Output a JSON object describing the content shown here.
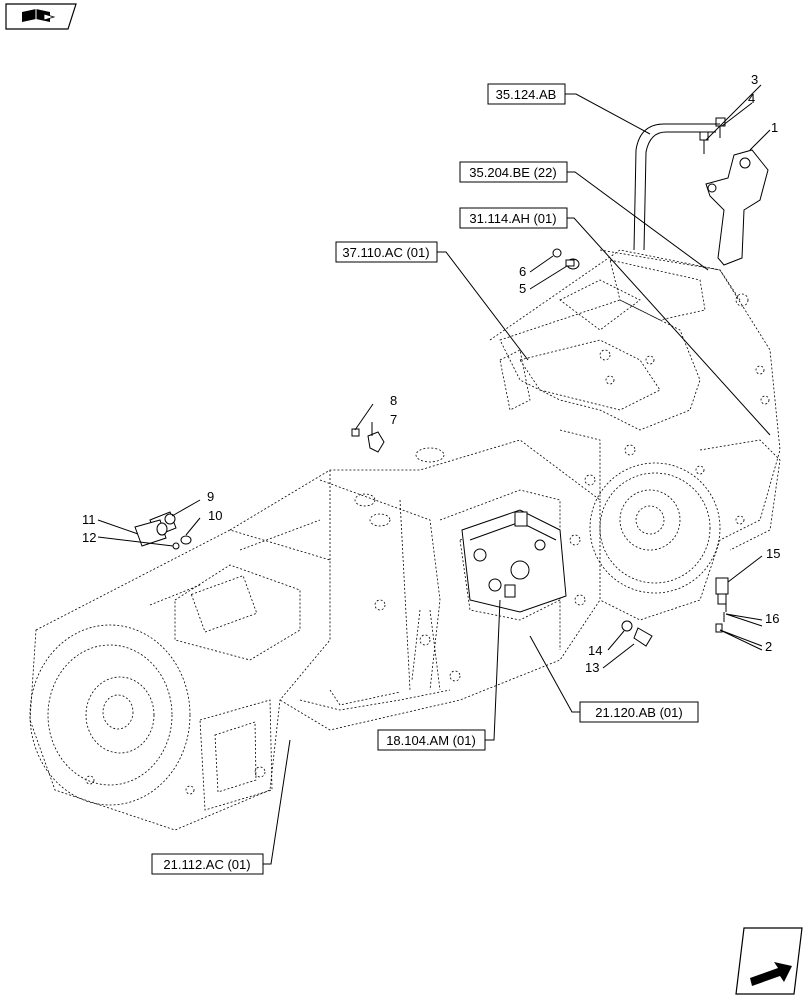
{
  "icons": {
    "top_left": "book-with-arrow-icon",
    "bottom_right": "navigation-arrow-icon"
  },
  "references": [
    {
      "id": "ref-35-124-ab",
      "label": "35.124.AB"
    },
    {
      "id": "ref-35-204-be",
      "label": "35.204.BE (22)"
    },
    {
      "id": "ref-31-114-ah",
      "label": "31.114.AH (01)"
    },
    {
      "id": "ref-37-110-ac",
      "label": "37.110.AC (01)"
    },
    {
      "id": "ref-21-120-ab",
      "label": "21.120.AB (01)"
    },
    {
      "id": "ref-18-104-am",
      "label": "18.104.AM (01)"
    },
    {
      "id": "ref-21-112-ac",
      "label": "21.112.AC (01)"
    }
  ],
  "callouts": [
    "1",
    "2",
    "3",
    "4",
    "5",
    "6",
    "7",
    "8",
    "9",
    "10",
    "11",
    "12",
    "13",
    "14",
    "15",
    "16"
  ]
}
